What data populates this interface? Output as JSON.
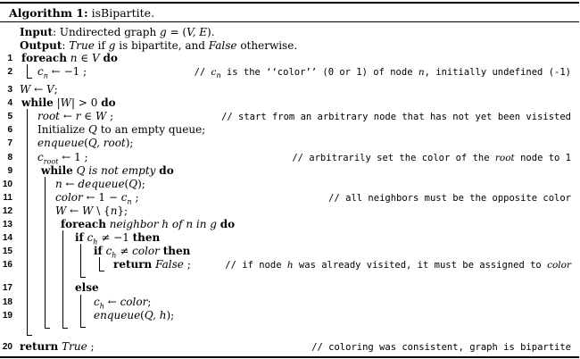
{
  "header": {
    "label": "Algorithm 1",
    "title": "isBipartite."
  },
  "input": {
    "label": "Input",
    "text": "Undirected graph g = (V, E)."
  },
  "output": {
    "label": "Output",
    "text": "True if g is bipartite, and False otherwise."
  },
  "lines": [
    {
      "n": "1",
      "kw": "foreach",
      "body": "n ∈ V",
      "kw2": "do"
    },
    {
      "n": "2",
      "code": "cₙ ← −1 ;",
      "comment": "// cₙ is the ‘‘color’’ (0 or 1) of node n, initially undefined (-1)"
    },
    {
      "n": "3",
      "code": "W ← V;"
    },
    {
      "n": "4",
      "kw": "while",
      "body": "|W| > 0",
      "kw2": "do"
    },
    {
      "n": "5",
      "code": "root ← r ∈ W ;",
      "comment": "// start from an arbitrary node that has not yet been visisted"
    },
    {
      "n": "6",
      "code": "Initialize Q to an empty queue;"
    },
    {
      "n": "7",
      "code": "enqueue(Q, root);"
    },
    {
      "n": "8",
      "code": "c_root ← 1 ;",
      "comment": "// arbitrarily set the color of the root node to 1"
    },
    {
      "n": "9",
      "kw": "while",
      "body": "Q is not empty",
      "kw2": "do"
    },
    {
      "n": "10",
      "code": "n ← dequeue(Q);"
    },
    {
      "n": "11",
      "code": "color ← 1 − cₙ ;",
      "comment": "// all neighbors must be the opposite color"
    },
    {
      "n": "12",
      "code": "W ← W \\ {n};"
    },
    {
      "n": "13",
      "kw": "foreach",
      "body": "neighbor h of n in g",
      "kw2": "do"
    },
    {
      "n": "14",
      "kw": "if",
      "body": "c_h ≠ −1",
      "kw2": "then"
    },
    {
      "n": "15",
      "kw": "if",
      "body": "c_h ≠ color",
      "kw2": "then"
    },
    {
      "n": "16",
      "kw": "return",
      "body": "False ;",
      "comment": "// if node h was already visited, it must be assigned to color"
    },
    {
      "n": "17",
      "kw": "else"
    },
    {
      "n": "18",
      "code": "c_h ← color;"
    },
    {
      "n": "19",
      "code": "enqueue(Q, h);"
    },
    {
      "n": "20",
      "kw": "return",
      "body": "True ;",
      "comment": "// coloring was consistent, graph is bipartite"
    }
  ]
}
